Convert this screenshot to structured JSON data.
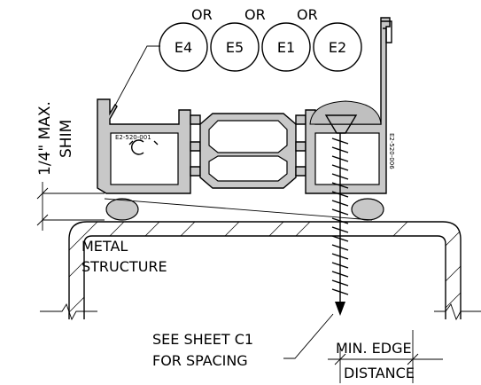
{
  "glazing_options": {
    "or_labels": [
      "OR",
      "OR",
      "OR"
    ],
    "labels": [
      "E4",
      "E5",
      "E1",
      "E2"
    ]
  },
  "part_numbers": {
    "left": "E2-520-001",
    "right": "E2-520-006"
  },
  "dimensions": {
    "shim": "SHIM",
    "shim_max": "1/4\" MAX.",
    "min_edge_line1": "MIN. EDGE",
    "min_edge_line2": "DISTANCE"
  },
  "notes": {
    "structure_line1": "METAL",
    "structure_line2": "STRUCTURE",
    "spacing_line1": "SEE SHEET C1",
    "spacing_line2": "FOR SPACING"
  }
}
